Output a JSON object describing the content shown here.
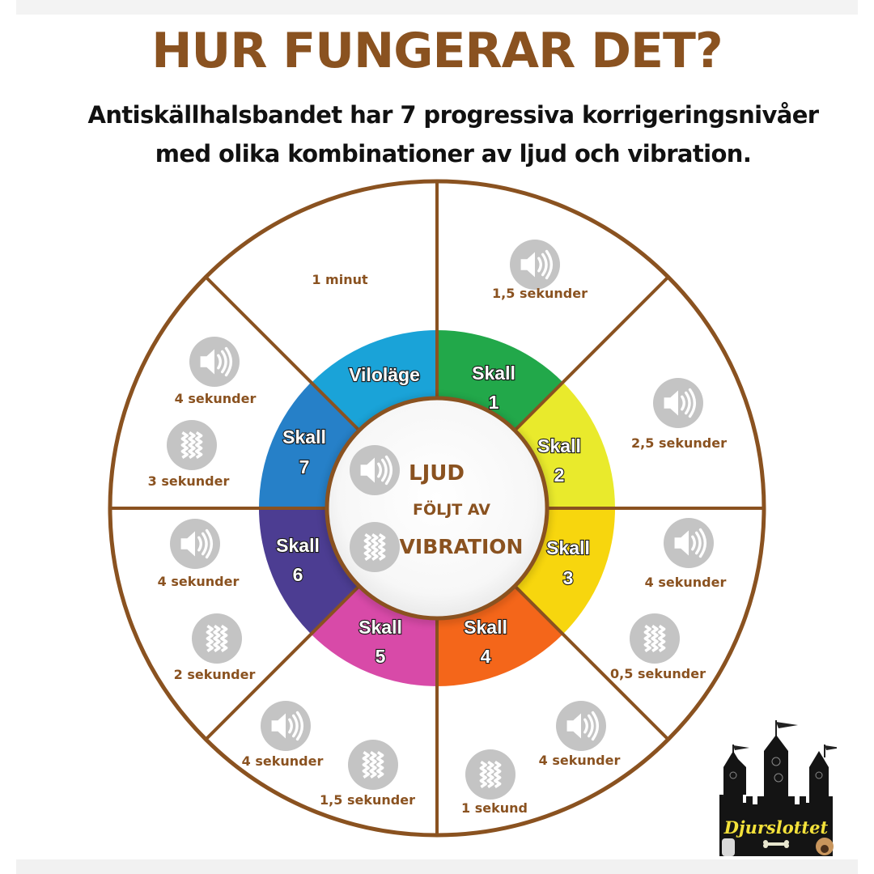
{
  "header": {
    "title": "HUR FUNGERAR DET?",
    "subtitle_line1": "Antiskällhalsbandet har 7 progressiva korrigeringsnivåer",
    "subtitle_line2": "med olika kombinationer av ljud och vibration."
  },
  "colors": {
    "brown": "#8a5220",
    "icon_gray": "#c4c4c4",
    "viloläge": "#1aa3d8",
    "skall_1": "#22a84a",
    "skall_2": "#e9ea2c",
    "skall_3": "#f7d60e",
    "skall_4": "#f4661a",
    "skall_5": "#d84aa8",
    "skall_6": "#4c3d92",
    "skall_7": "#2680c8"
  },
  "center": {
    "sound_label": "LJUD",
    "connector_label": "FÖLJT AV",
    "vibration_label": "VIBRATION",
    "sound_icon": "speaker-icon",
    "vibration_icon": "vibration-icon"
  },
  "ring": [
    {
      "name": "Viloläge",
      "line1": "Viloläge",
      "line2": ""
    },
    {
      "name": "Skall 1",
      "line1": "Skall",
      "line2": "1"
    },
    {
      "name": "Skall 2",
      "line1": "Skall",
      "line2": "2"
    },
    {
      "name": "Skall 3",
      "line1": "Skall",
      "line2": "3"
    },
    {
      "name": "Skall 4",
      "line1": "Skall",
      "line2": "4"
    },
    {
      "name": "Skall 5",
      "line1": "Skall",
      "line2": "5"
    },
    {
      "name": "Skall 6",
      "line1": "Skall",
      "line2": "6"
    },
    {
      "name": "Skall 7",
      "line1": "Skall",
      "line2": "7"
    }
  ],
  "outer": {
    "viloläge": {
      "duration": "1 minut"
    },
    "skall_1": {
      "sound": "1,5 sekunder"
    },
    "skall_2": {
      "sound": "2,5 sekunder"
    },
    "skall_3": {
      "sound": "4 sekunder",
      "vibration": "0,5 sekunder"
    },
    "skall_4": {
      "sound": "4 sekunder",
      "vibration": "1 sekund"
    },
    "skall_5": {
      "sound": "4 sekunder",
      "vibration": "1,5 sekunder"
    },
    "skall_6": {
      "sound": "4 sekunder",
      "vibration": "2 sekunder"
    },
    "skall_7": {
      "sound": "4 sekunder",
      "vibration": "3 sekunder"
    }
  },
  "logo": {
    "brand": "Djurslottet"
  }
}
